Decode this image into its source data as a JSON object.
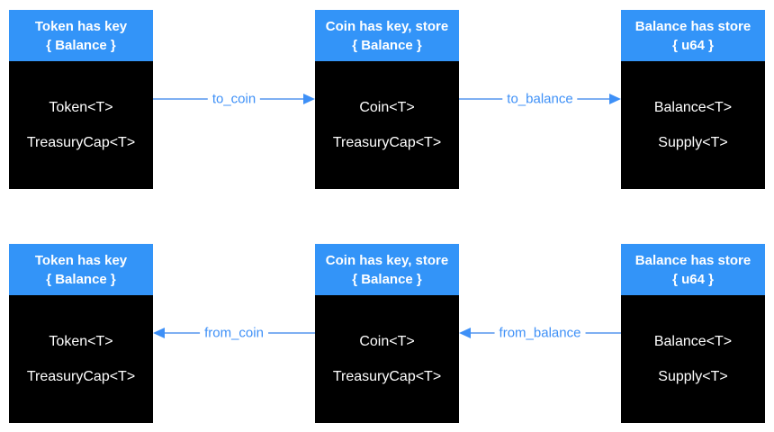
{
  "diagram": {
    "rows": [
      {
        "nodes": [
          {
            "title": "Token has key",
            "subtitle": "{ Balance }",
            "fields": [
              "Token<T>",
              "TreasuryCap<T>"
            ]
          },
          {
            "title": "Coin has key, store",
            "subtitle": "{ Balance }",
            "fields": [
              "Coin<T>",
              "TreasuryCap<T>"
            ]
          },
          {
            "title": "Balance has store",
            "subtitle": "{ u64 }",
            "fields": [
              "Balance<T>",
              "Supply<T>"
            ]
          }
        ],
        "arrows": [
          {
            "label": "to_coin",
            "direction": "right"
          },
          {
            "label": "to_balance",
            "direction": "right"
          }
        ]
      },
      {
        "nodes": [
          {
            "title": "Token has key",
            "subtitle": "{ Balance }",
            "fields": [
              "Token<T>",
              "TreasuryCap<T>"
            ]
          },
          {
            "title": "Coin has key, store",
            "subtitle": "{ Balance }",
            "fields": [
              "Coin<T>",
              "TreasuryCap<T>"
            ]
          },
          {
            "title": "Balance has store",
            "subtitle": "{ u64 }",
            "fields": [
              "Balance<T>",
              "Supply<T>"
            ]
          }
        ],
        "arrows": [
          {
            "label": "from_coin",
            "direction": "left"
          },
          {
            "label": "from_balance",
            "direction": "left"
          }
        ]
      }
    ],
    "colors": {
      "header_bg": "#3394F8",
      "body_bg": "#000000",
      "header_text": "#FFFFFF",
      "body_text": "#FFFFFF",
      "arrow_line": "#7FB0F2",
      "arrow_accent": "#3E90F7",
      "canvas_bg": "#FFFFFF"
    }
  }
}
